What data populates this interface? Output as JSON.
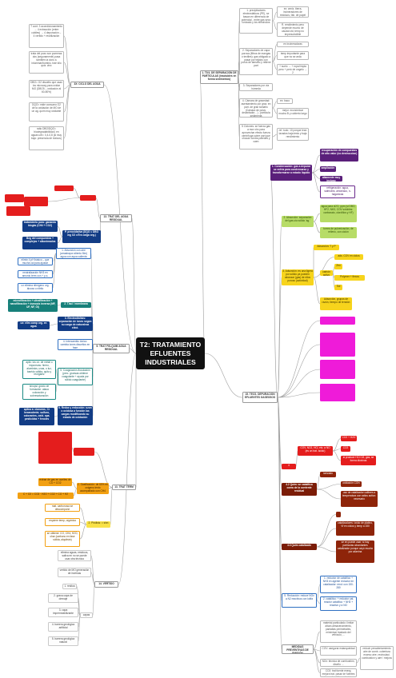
{
  "center_title": "T2: TRATAMIENTO EFLUENTES INDUSTRIALES",
  "colors": {
    "branch_line": "#9a9a9a",
    "center": "#111111"
  },
  "labels": {
    "ciclo": "3X: CICLO DEL AGUA",
    "c1": "T cont. 3 acondicionamiento → 4 extracción (entre cubiles) → 4 depuración→ 4 vertido + reutilización",
    "c2": "trata del pozo son pumeras dos (seguramente) pasa también la cloro a inluminar/bombio. trae kilo quiz. zinc",
    "c3": "DBO= O2 disuelto que usan los microorg para oxidar MO (DBO5 – oxidación al 60-80%)",
    "c4": "DQO= mide consumo O2 de la oxidación de MO de un ag. quím muy oxidante",
    "c5": "ratio DBO/DQO= biodegradabilidad | en aguas urb= 0,4-0,8 (si muy bajo: presencia de tóxicos)",
    "particulas": "1. T8 II. DE SEPARACIÓN DE PARTÍCULAS (insolubles en forma sedimentos)",
    "p1": "1. precipitadores electrostáticos (PE), se basan en diferencia de potencial - entre gas seco ionizado y los electrodos",
    "p1a": "ex: ceniz. tierra, incineradores de residuos, fab. de papel",
    "p1b": "R. rendimiento pero depende mucho de caudal ctd, temp no imprescindible",
    "p2": "2. Separadores de capa porosa (filtros de mangas o textiles): gas obligado a pasar por tejidos con poros de tamaño y retiene part",
    "p2a": "en incineradoras",
    "p2b": "temp importante para que no se arda",
    "p2c": "+ suelo → + ropa limpia pero + peró de ungelo → 2",
    "p3": "3. Separadores por vía húmeda",
    "p4": "4. Cámara de gravedad: asentamiento por grav. en part. de gran tamaño (Cámara de polvo, decantador…) - partícula sedimenta",
    "p4a": "ex: baco",
    "p4b": "mejor: económicar mucha B y cubierto largo",
    "p5": "5 Ciclones: se fuerza gas a mov circ para aprovechar efecto fuerza centrífuga sobre part que chocan contra paredes y caen",
    "p5a": "ref. todo: 10 porque lean lavados baja tesis y baja rendimiento",
    "sag": "13. TRAT DEL AGUA RESIDUAL",
    "red1": "",
    "red2": "",
    "red3": "",
    "red4": "",
    "red5": "",
    "pre": "P. preoxidativa (DQO = DBO mg O2 x/Tra carga org.)",
    "pre1": "tratamiento para: ganando biogás (CH4 + CO2)",
    "pre2": "Beg del compuestos + complejos + alkonimados",
    "qui": "5. TRAT FIS-QUIM AGUA RESIDUAL",
    "q1": "1. Absorción con aire (arrastrapor aliento fílm) agua con aqua calienta",
    "q1a": "elimin 4 pH básico – que mucha cal para ajustar",
    "q1b": "neutralización NH3 en amonio term con + p.s.",
    "q1c": "ux elimina nitrógeno org. álcoxa o nitrito",
    "q2": "2. T/aci / membrana",
    "q2a": "microfiltración + ultrafiltración + nanofiltración + ósmosis inversa (MF, UF, NF, ÓI)",
    "q3": "3. Electrodiálisis: separación de iones según su carga de naturaleza eléct.",
    "q3a": "ux: elim comp org. en agua",
    "q4": "4. Intercambio iónico: cambia iones disueltos en fase",
    "q5": "5. Coagulación-floculación (prec. gruesas obtiene coagulante + ayuda por sólido coagulante)",
    "q5a": "aplic: los ox. de metal o impurezas: hierro, aluminios, uvas, o luz, barrido cálida, quito y reorganiz",
    "q5b": "sinopsi: grado de formación: ataca coloración y sobresaturación",
    "q6": "6. Redox y reducción: ozon o oxidosa a función las cargas modificando su estado de oxidación",
    "q6a": "aplica a: cianuros, Cr hexavalente; sulfuro, colorantes, oxid. apa. pesticidas + fenoles",
    "term": "13. TRAT TÉRM",
    "t1": "1. Gasificación: de 60% en oxigeno lento acompañado con CH4",
    "t1a": "extrae de gas en aceites de CO + CO2",
    "t1b": "C + O2 = CO2 · H2O + CO2 + CO + H2",
    "t1r1": "",
    "t1r2": "",
    "t2": "2. Pirólisis: = sinn",
    "t2a": "mat. carbonosa se descompone",
    "t2b": "requiere temp, orgánica",
    "t2c": "se obtiene: CO, CH4, H2O, char (carbono en fase sólida, alquitrán)",
    "vertido": "14. VERTIDO",
    "v1": "elimina aguas, residuos, saliva en no se puede usar otra técnica",
    "v2": "vertido de MO generación de inversas",
    "v3": "1. resitoa",
    "cap": "capas",
    "v4": "2. grava capa de drenaje",
    "v5": "3. capa impermeabilizante",
    "v6": "4. barrera geológica artificial",
    "v7": "5. barrera geológica natural",
    "gas": "15. TECS. DEPURACIÓN EFLUENTES GASEOSOS",
    "g1": "1. Condensación: gas a depurar se enfría para condensarse y transformarse a estado líquido",
    "g1a": "recuperación de compuestos de alto valor (no destruccion)",
    "g1b": "ampliación",
    "g1c": "altamente muy incluso",
    "g1d": "refrigeración: agua, salmuera, amoniaco, n-haganicas",
    "g2": "2. Absorción: separación del gas-vía sólido 'ag.'",
    "g2a": "agua para cl2O, ppm (si DBO, HF2, NH3, COV solubles: carbonato, clorófilos y HF)",
    "g2b": "torres de pulverización, de relleno, con ciclón",
    "g3": "3. Adsorción: es una ligera por sólido ya pueden alcanzar (gas) de ellos poroso (actividad)",
    "g3a": "Adsorción: T y P",
    "g3b": "ads. COV en ciclos",
    "g3c": "carbón activo",
    "g3d": "Zeo",
    "g3e": "Polymer + flexos",
    "g3f": "Sol",
    "g3g": "Adsorción, grupos de razón, tiempo de tensión",
    "mag1": "",
    "mag2": "",
    "mag3": "",
    "mag4": "",
    "g4": "4",
    "g4a": "CO2 + H2O",
    "g4b": "COV, NO2, HCl, etc. a NO (es un trat. ácido)",
    "g4c": "CO2",
    "g4d": "si producir HCl Cl2, gas, se forma dioxinas",
    "g42": "4.2 Quím: se catalítica coma de la corriente residual",
    "g42a": "ionizado",
    "g42b": "oxidación CON",
    "g42c": "uso de catalizador calibres a temperatura con ratios activo: necesario",
    "g43": "4.3 Quím catalizado",
    "g43a": "",
    "g43b": "catalizadores: óxido de platino, Vf en ciclos y temp a 150",
    "g43c": "se en puede usar: si hay partículas abundantes catalizador porque cayó mucho por alúmina",
    "g5": "5. Reducción: reduce NOx a N2 reactivos con lutifa",
    "g5a": "1. reductor de catalítico + NH3 en agente reductor en catalizador: rend: con 150-280",
    "g5b": "2. catalítico: + reductor cat. reactor catalítico + NH3 + reactivo y a NO",
    "med": "MEDIDAS PREVENTIVAS DE EMISIÓN",
    "m1": "material particulado: limitar altura almacenamiento, pantallas perimetrales, minimizar traslado del vehículo, ... ",
    "m2": "COV: asegurar estanqueidad",
    "m3": "NOx: técnica de combustión, diseño ...",
    "m3a": "reducir precalentamiento aire de comb. cobertura exceso aire, recirculaci. combustión y aire / mejora",
    "m4": "CO2: trat fuente energ. mejora trat. pasar de fuentes de combustible a eléctrica (depende del mix)"
  }
}
